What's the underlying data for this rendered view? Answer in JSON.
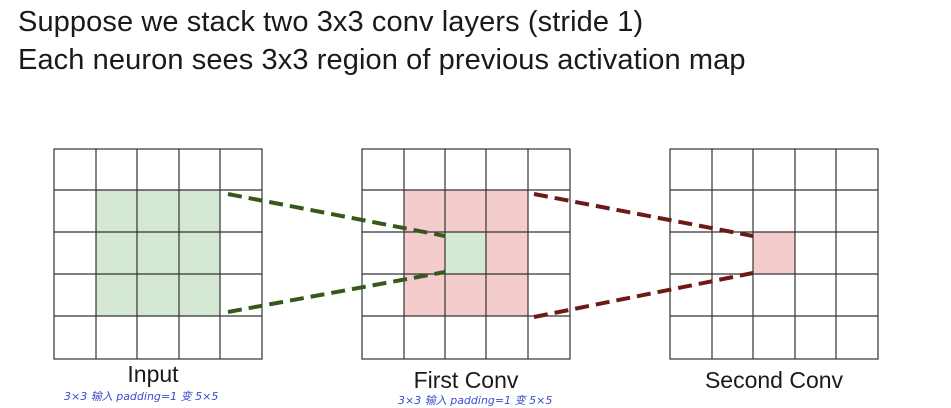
{
  "header": {
    "line1": "Suppose we stack two 3x3 conv layers (stride 1)",
    "line2": "Each neuron sees 3x3 region of previous activation map"
  },
  "grids": [
    {
      "label": "Input",
      "rows": 5,
      "cols": 5
    },
    {
      "label": "First Conv",
      "rows": 5,
      "cols": 5
    },
    {
      "label": "Second Conv",
      "rows": 5,
      "cols": 5
    }
  ],
  "annotations": {
    "note1": "3×3 输入 padding=1  变 5×5",
    "note2": "3×3 输入 padding=1  变 5×5"
  },
  "colors": {
    "green_fill": "#d5e8d4",
    "red_fill": "#f4cccc",
    "green_dash": "#38571a",
    "red_dash": "#6b1a16",
    "grid_line": "#333333",
    "note_ink": "#3a4bd0"
  }
}
